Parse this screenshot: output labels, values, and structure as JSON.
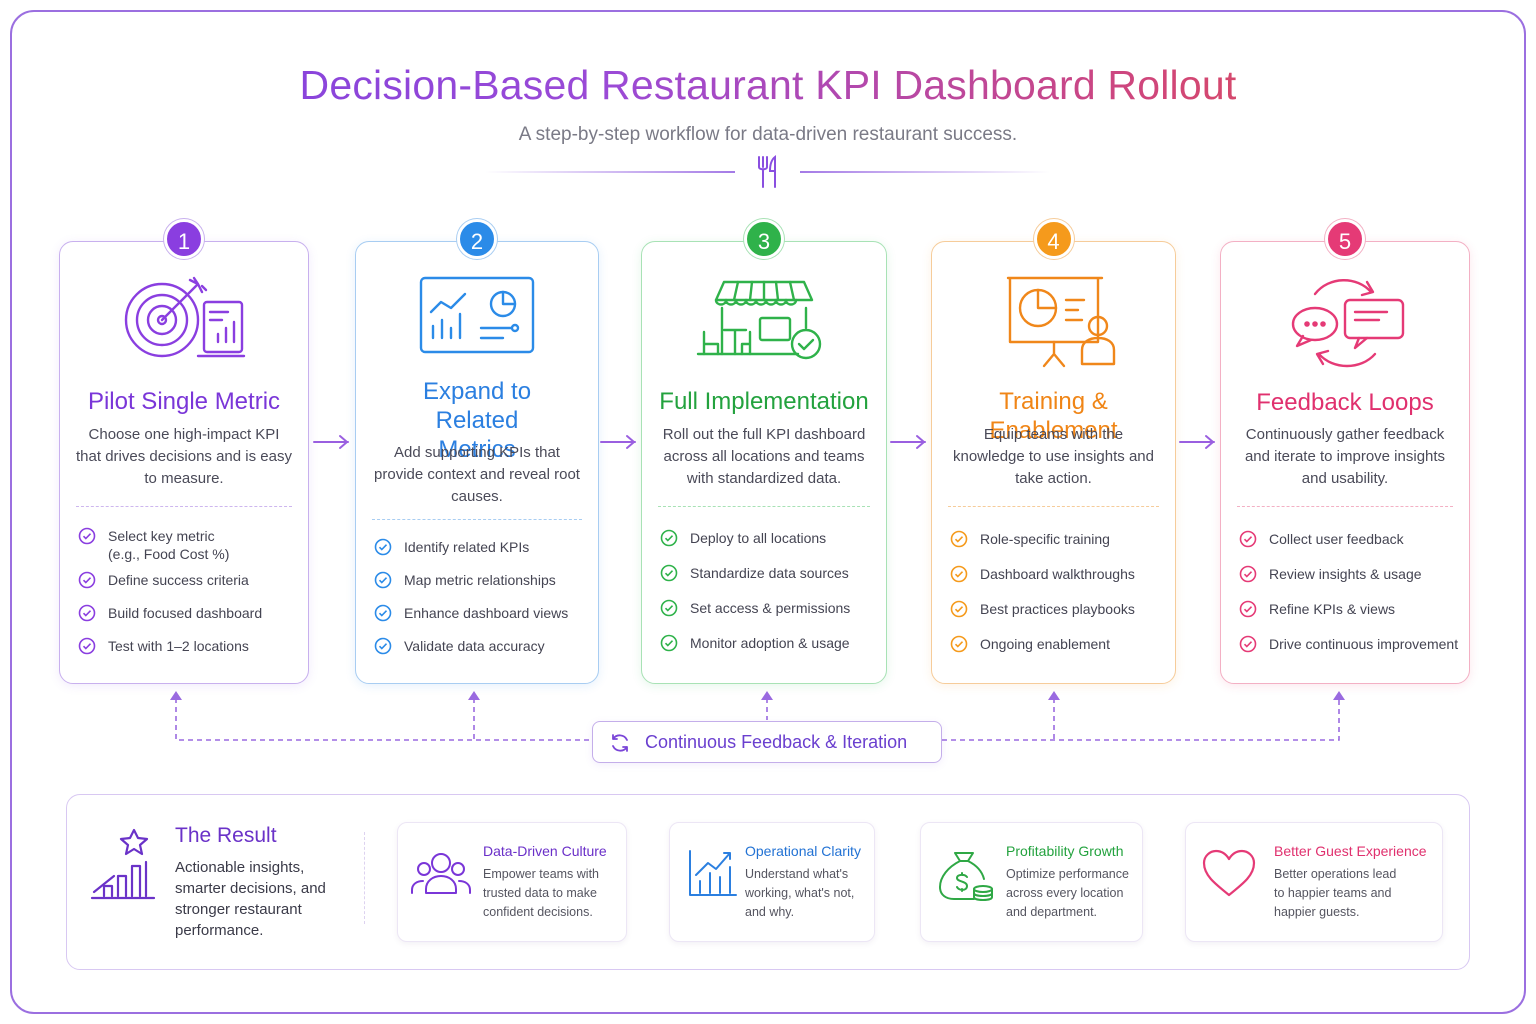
{
  "header": {
    "title": "Decision-Based Restaurant KPI Dashboard Rollout",
    "subtitle": "A step-by-step workflow for data-driven restaurant success."
  },
  "colors": {
    "purple": "#8a3ee0",
    "blue": "#2b8be8",
    "green": "#2fb24a",
    "orange": "#f59a1c",
    "pink": "#e53a76"
  },
  "steps": [
    {
      "number": "1",
      "title": "Pilot Single Metric",
      "description": "Choose one high-impact KPI that drives decisions and is easy to measure.",
      "icon": "target-report-icon",
      "items": [
        "Select key metric (e.g., Food Cost %)",
        "Define success criteria",
        "Build focused dashboard",
        "Test with 1–2 locations"
      ]
    },
    {
      "number": "2",
      "title": "Expand to Related Metrics",
      "description": "Add supporting KPIs that provide context and reveal root causes.",
      "icon": "analytics-dashboard-icon",
      "items": [
        "Identify related KPIs",
        "Map metric relationships",
        "Enhance dashboard views",
        "Validate data accuracy"
      ]
    },
    {
      "number": "3",
      "title": "Full Implementation",
      "description": "Roll out the full KPI dashboard across all locations and teams with standardized data.",
      "icon": "restaurant-storefront-icon",
      "items": [
        "Deploy to all locations",
        "Standardize data sources",
        "Set access & permissions",
        "Monitor adoption & usage"
      ]
    },
    {
      "number": "4",
      "title": "Training & Enablement",
      "description": "Equip teams with the knowledge to use insights and take action.",
      "icon": "presentation-trainer-icon",
      "items": [
        "Role-specific training",
        "Dashboard walkthroughs",
        "Best practices playbooks",
        "Ongoing enablement"
      ]
    },
    {
      "number": "5",
      "title": "Feedback Loops",
      "description": "Continuously gather feedback and iterate to improve insights and usability.",
      "icon": "chat-cycle-icon",
      "items": [
        "Collect user feedback",
        "Review insights & usage",
        "Refine KPIs & views",
        "Drive continuous improvement"
      ]
    }
  ],
  "feedback": {
    "label": "Continuous Feedback & Iteration",
    "icon": "refresh-icon"
  },
  "result": {
    "title": "The Result",
    "text": "Actionable insights, smarter decisions, and stronger restaurant performance.",
    "icon": "star-growth-chart-icon"
  },
  "benefits": [
    {
      "title": "Data-Driven Culture",
      "text": "Empower teams with trusted data to make confident decisions.",
      "icon": "team-people-icon"
    },
    {
      "title": "Operational Clarity",
      "text": "Understand what's working, what's not, and why.",
      "icon": "bar-chart-trend-icon"
    },
    {
      "title": "Profitability Growth",
      "text": "Optimize performance across every location and department.",
      "icon": "money-bag-icon"
    },
    {
      "title": "Better Guest Experience",
      "text": "Better operations lead to happier teams and happier guests.",
      "icon": "heart-icon"
    }
  ]
}
